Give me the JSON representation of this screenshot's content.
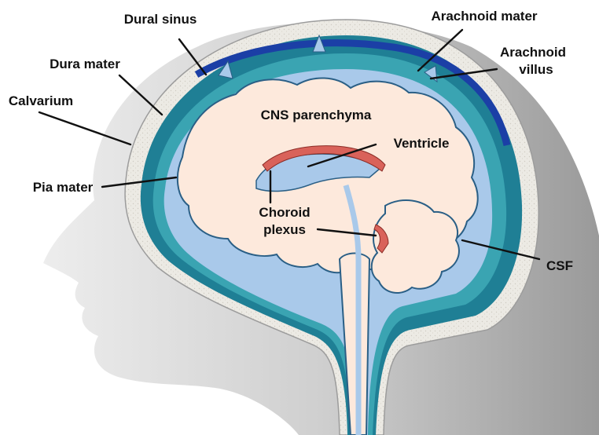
{
  "labels": {
    "dural_sinus": "Dural sinus",
    "arachnoid_mater": "Arachnoid mater",
    "dura_mater": "Dura mater",
    "arachnoid_villus_1": "Arachnoid",
    "arachnoid_villus_2": "villus",
    "calvarium": "Calvarium",
    "cns_parenchyma": "CNS parenchyma",
    "ventricle": "Ventricle",
    "pia_mater": "Pia mater",
    "choroid_plexus_1": "Choroid",
    "choroid_plexus_2": "plexus",
    "csf": "CSF"
  },
  "colors": {
    "head_shadow": "#c9c9c9",
    "calvarium": "#e9e8e2",
    "dura": "#1f7f95",
    "dural_sinus": "#1b3fa6",
    "arachnoid": "#3aa4b2",
    "csf": "#a9c9ea",
    "parenchyma": "#fde9dc",
    "choroid": "#d9625a",
    "outline": "#2a5f86"
  }
}
